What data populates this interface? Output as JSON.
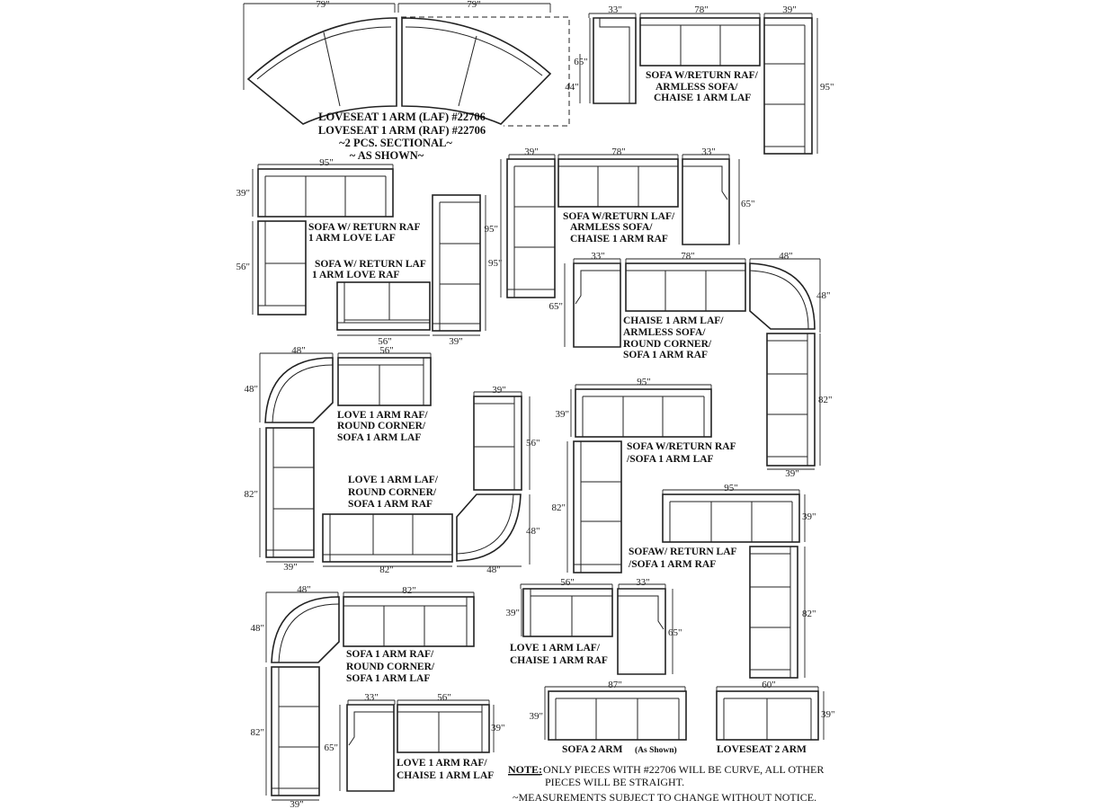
{
  "dimensions": {
    "d79": "79\"",
    "d33": "33\"",
    "d78": "78\"",
    "d39": "39\"",
    "d65": "65\"",
    "d44": "44\"",
    "d95": "95\"",
    "d56": "56\"",
    "d48": "48\"",
    "d82": "82\"",
    "d87": "87\"",
    "d60": "60\""
  },
  "labels": {
    "curve_1": "LOVESEAT 1 ARM (LAF) #22706",
    "curve_2": "LOVESEAT 1 ARM (RAF) #22706",
    "curve_3": "~2 PCS. SECTIONAL~",
    "curve_4": "~ AS SHOWN~",
    "g2_1": "SOFA W/RETURN RAF/",
    "g2_2": "ARMLESS SOFA/",
    "g2_3": "CHAISE 1 ARM LAF",
    "g3_1": "SOFA W/ RETURN RAF",
    "g3_2": "1 ARM LOVE LAF",
    "g4_1": "SOFA  W/ RETURN LAF",
    "g4_2": "1 ARM LOVE RAF",
    "g5_1": "SOFA W/RETURN LAF/",
    "g5_2": "ARMLESS SOFA/",
    "g5_3": "CHAISE 1 ARM RAF",
    "g6_1": "CHAISE 1 ARM LAF/",
    "g6_2": "ARMLESS SOFA/",
    "g6_3": "ROUND CORNER/",
    "g6_4": "SOFA 1 ARM RAF",
    "g7_1": "LOVE 1 ARM RAF/",
    "g7_2": "ROUND CORNER/",
    "g7_3": "SOFA 1 ARM LAF",
    "g8_1": "LOVE 1 ARM LAF/",
    "g8_2": "ROUND CORNER/",
    "g8_3": "SOFA 1 ARM RAF",
    "g9_1": "SOFA W/RETURN RAF",
    "g9_2": "/SOFA 1 ARM LAF",
    "g10_1": "SOFAW/ RETURN LAF",
    "g10_2": "/SOFA 1 ARM RAF",
    "g11_1": "SOFA 1 ARM RAF/",
    "g11_2": "ROUND CORNER/",
    "g11_3": "SOFA 1 ARM LAF",
    "g12_1": "LOVE 1 ARM LAF/",
    "g12_2": "CHAISE 1 ARM RAF",
    "g13_1": "LOVE 1 ARM RAF/",
    "g13_2": "CHAISE 1 ARM LAF",
    "sofa2": "SOFA 2 ARM",
    "as_shown": "(As Shown)",
    "love2": "LOVESEAT 2 ARM"
  },
  "note": {
    "label": "NOTE:",
    "line1": "ONLY PIECES WITH #22706 WILL BE CURVE, ALL OTHER",
    "line2": "PIECES WILL BE STRAIGHT.",
    "line3": "~MEASUREMENTS SUBJECT TO CHANGE WITHOUT NOTICE."
  }
}
